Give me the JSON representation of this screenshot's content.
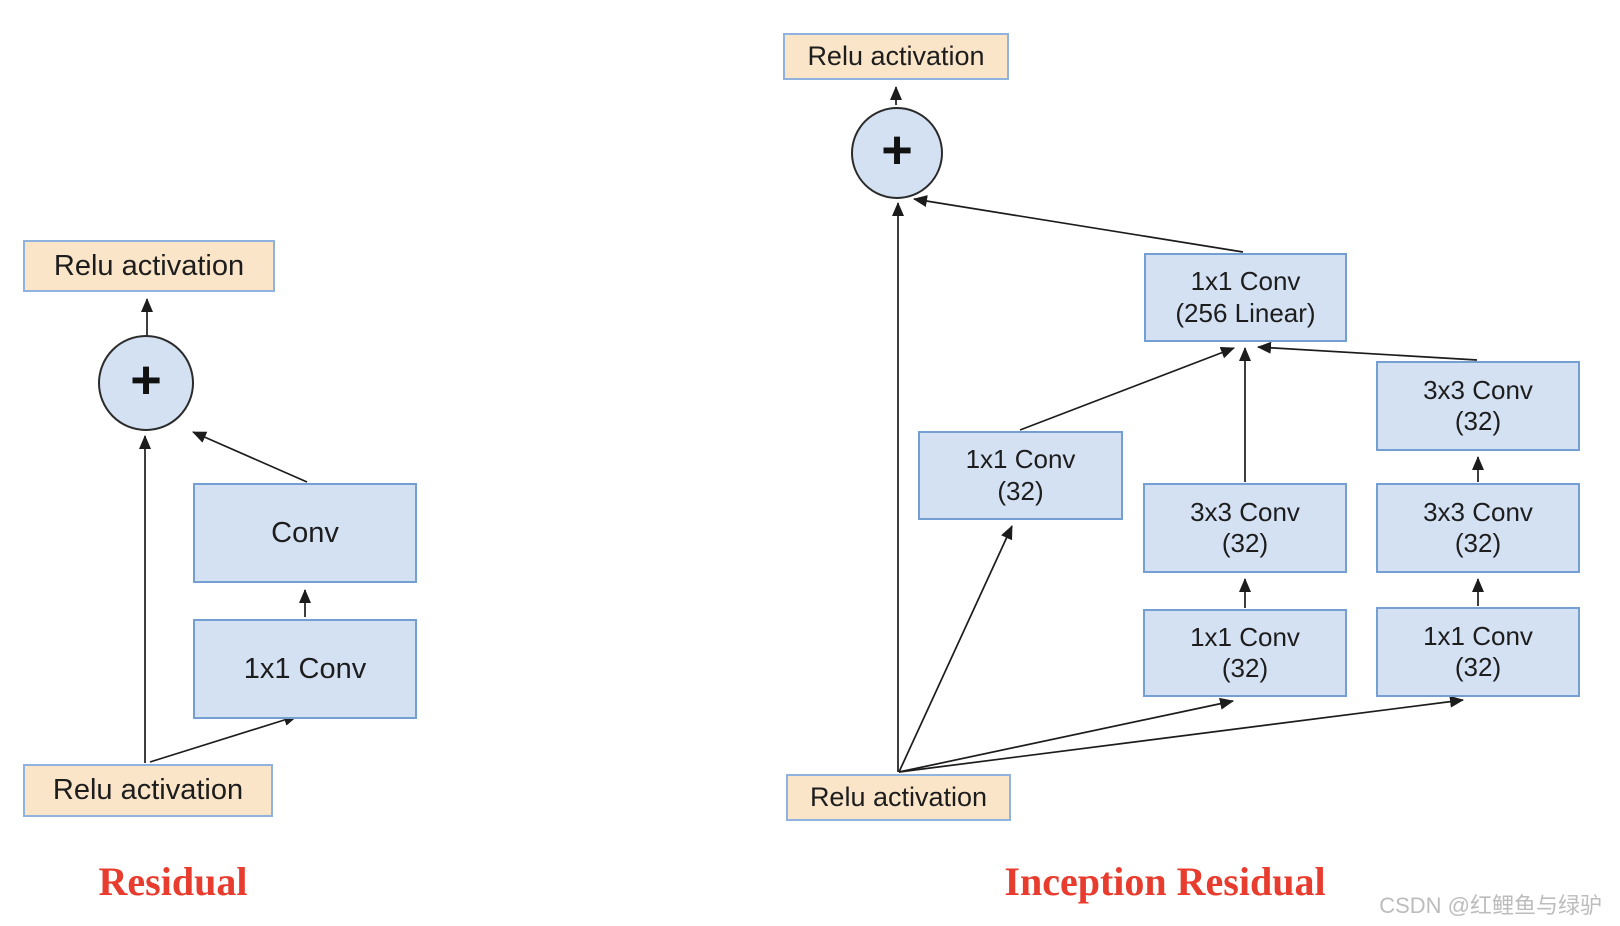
{
  "left": {
    "title": "Residual",
    "relu_top": "Relu activation",
    "plus": "+",
    "conv": "Conv",
    "conv_1x1": "1x1 Conv",
    "relu_bottom": "Relu activation"
  },
  "right": {
    "title": "Inception Residual",
    "relu_top": "Relu activation",
    "plus": "+",
    "conv_256": {
      "l1": "1x1 Conv",
      "l2": "(256 Linear)"
    },
    "branch_left": {
      "l1": "1x1 Conv",
      "l2": "(32)"
    },
    "branch_mid_top": {
      "l1": "3x3 Conv",
      "l2": "(32)"
    },
    "branch_mid_bottom": {
      "l1": "1x1 Conv",
      "l2": "(32)"
    },
    "branch_right_top": {
      "l1": "3x3 Conv",
      "l2": "(32)"
    },
    "branch_right_mid": {
      "l1": "3x3 Conv",
      "l2": "(32)"
    },
    "branch_right_bottom": {
      "l1": "1x1 Conv",
      "l2": "(32)"
    },
    "relu_bottom": "Relu activation"
  },
  "watermark": "CSDN @红鲤鱼与绿驴",
  "colors": {
    "box_blue_fill": "#d4e1f3",
    "box_blue_border": "#739fd2",
    "box_tan_fill": "#fae5c9",
    "box_tan_border": "#8fb2de",
    "title_red": "#e73c2e",
    "line": "#1c1c1c",
    "watermark_gray": "#bcbcbc"
  }
}
